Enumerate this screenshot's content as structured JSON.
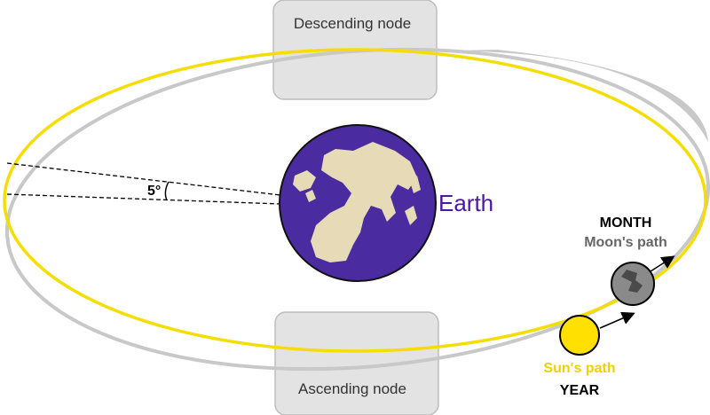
{
  "labels": {
    "descending_node": "Descending node",
    "ascending_node": "Ascending node",
    "angle": "5°",
    "earth": "Earth",
    "month": "MONTH",
    "moon_path": "Moon's path",
    "sun_path": "Sun's path",
    "year": "YEAR"
  },
  "colors": {
    "sun_orbit": "#f5dd00",
    "moon_orbit": "#c8c8c8",
    "node_box": "#e3e3e3",
    "earth_ocean": "#4a2ba0",
    "earth_land": "#e6dbb6",
    "earth_label": "#4b17a8",
    "sun_label": "#f0d000",
    "moon_label": "#666666",
    "moon": "#8a8a8a",
    "sun": "#ffe000"
  },
  "icons": {
    "earth": "earth-globe-icon",
    "moon": "moon-icon",
    "sun": "sun-icon"
  }
}
